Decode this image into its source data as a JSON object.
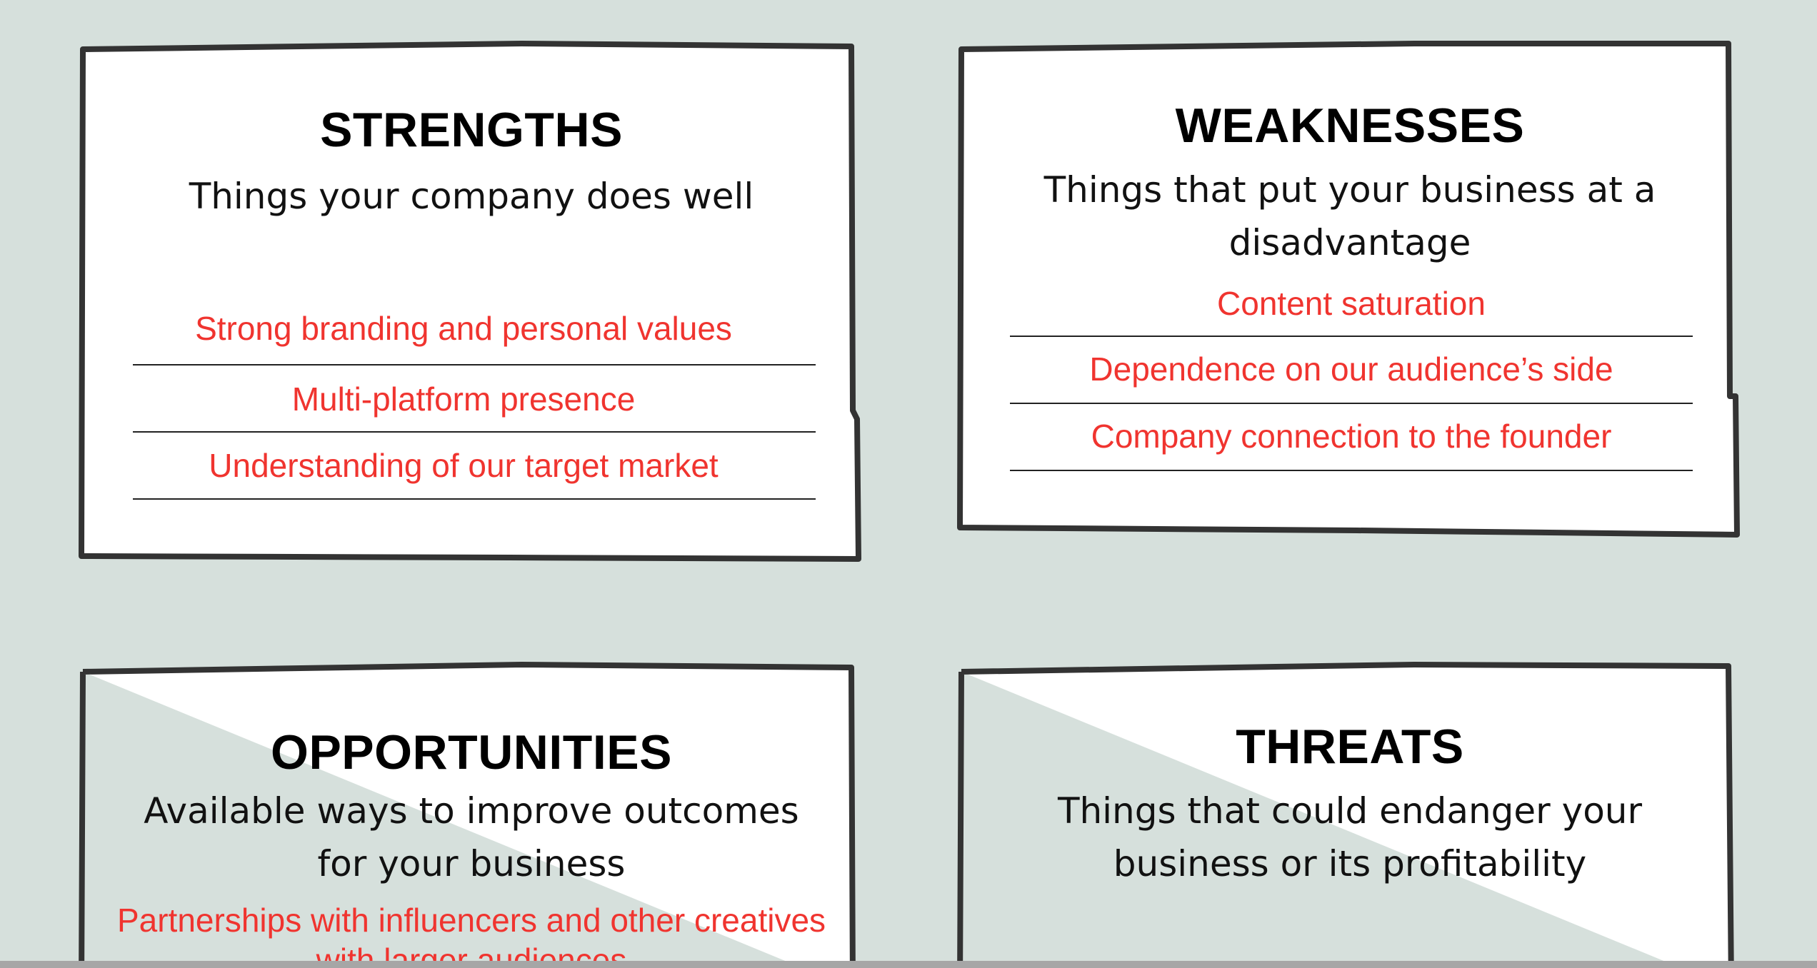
{
  "colors": {
    "background": "#d6e0dc",
    "card": "#ffffff",
    "border": "#333333",
    "item_text": "#f0342f",
    "heading_text": "#000000"
  },
  "strengths": {
    "title": "STRENGTHS",
    "subtitle": "Things your company does well",
    "items": [
      "Strong branding and personal values",
      "Multi-platform presence",
      "Understanding of our target market"
    ]
  },
  "weaknesses": {
    "title": "WEAKNESSES",
    "subtitle_line1": "Things that put your business at a",
    "subtitle_line2": "disadvantage",
    "items": [
      "Content saturation",
      "Dependence on our audience’s side",
      "Company connection to the founder"
    ]
  },
  "opportunities": {
    "title": "OPPORTUNITIES",
    "subtitle_line1": "Available ways to improve outcomes",
    "subtitle_line2": "for your business",
    "item_line1": "Partnerships with influencers and other creatives",
    "item_line2": "with larger audiences"
  },
  "threats": {
    "title": "THREATS",
    "subtitle_line1": "Things that could endanger your",
    "subtitle_line2": "business or its profitability"
  }
}
